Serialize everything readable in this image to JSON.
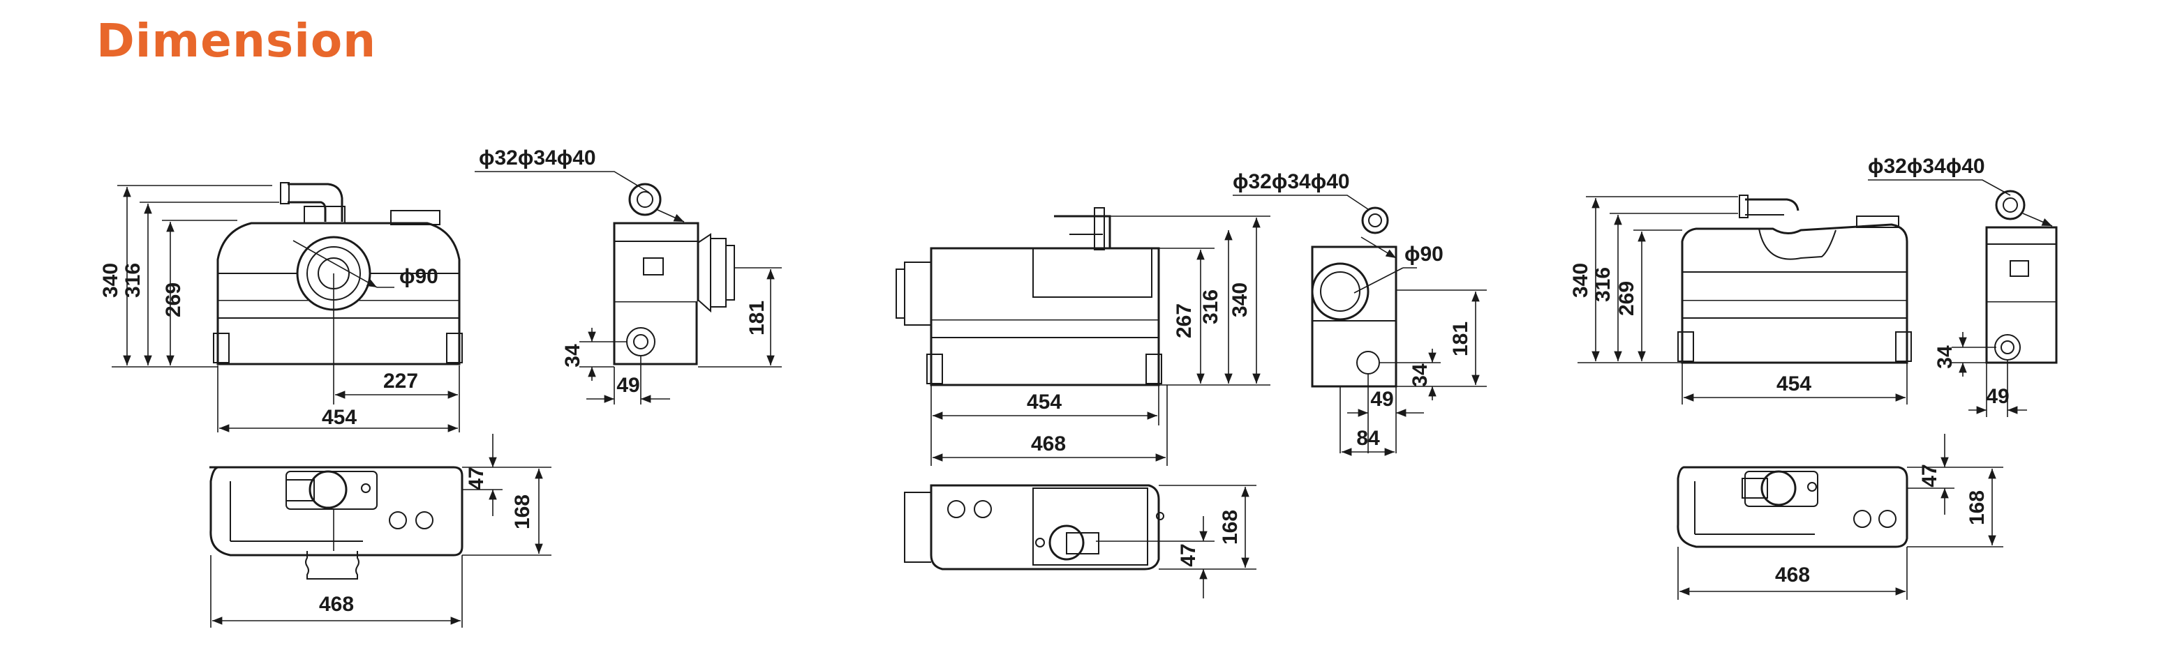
{
  "page": {
    "title": "Dimension",
    "accent_color": "#e8672b"
  },
  "views": [
    {
      "id": "unit-1",
      "front": {
        "d340": "340",
        "d316": "316",
        "d269": "269",
        "d227": "227",
        "d454": "454",
        "outlet": "ϕ90"
      },
      "side": {
        "inlet": "ϕ32ϕ34ϕ40",
        "d181": "181",
        "d34": "34",
        "d49": "49"
      },
      "top": {
        "d47": "47",
        "d168": "168",
        "d468": "468"
      }
    },
    {
      "id": "unit-2",
      "front": {
        "d267": "267",
        "d316": "316",
        "d340": "340",
        "d454": "454",
        "d468": "468"
      },
      "side": {
        "inlet": "ϕ32ϕ34ϕ40",
        "outlet": "ϕ90",
        "d181": "181",
        "d34": "34",
        "d49": "49",
        "d84": "84"
      },
      "top": {
        "d168": "168",
        "d47": "47"
      }
    },
    {
      "id": "unit-3",
      "front": {
        "d340": "340",
        "d316": "316",
        "d269": "269",
        "d454": "454"
      },
      "side": {
        "inlet": "ϕ32ϕ34ϕ40",
        "d34": "34",
        "d49": "49"
      },
      "top": {
        "d47": "47",
        "d168": "168",
        "d468": "468"
      }
    }
  ]
}
